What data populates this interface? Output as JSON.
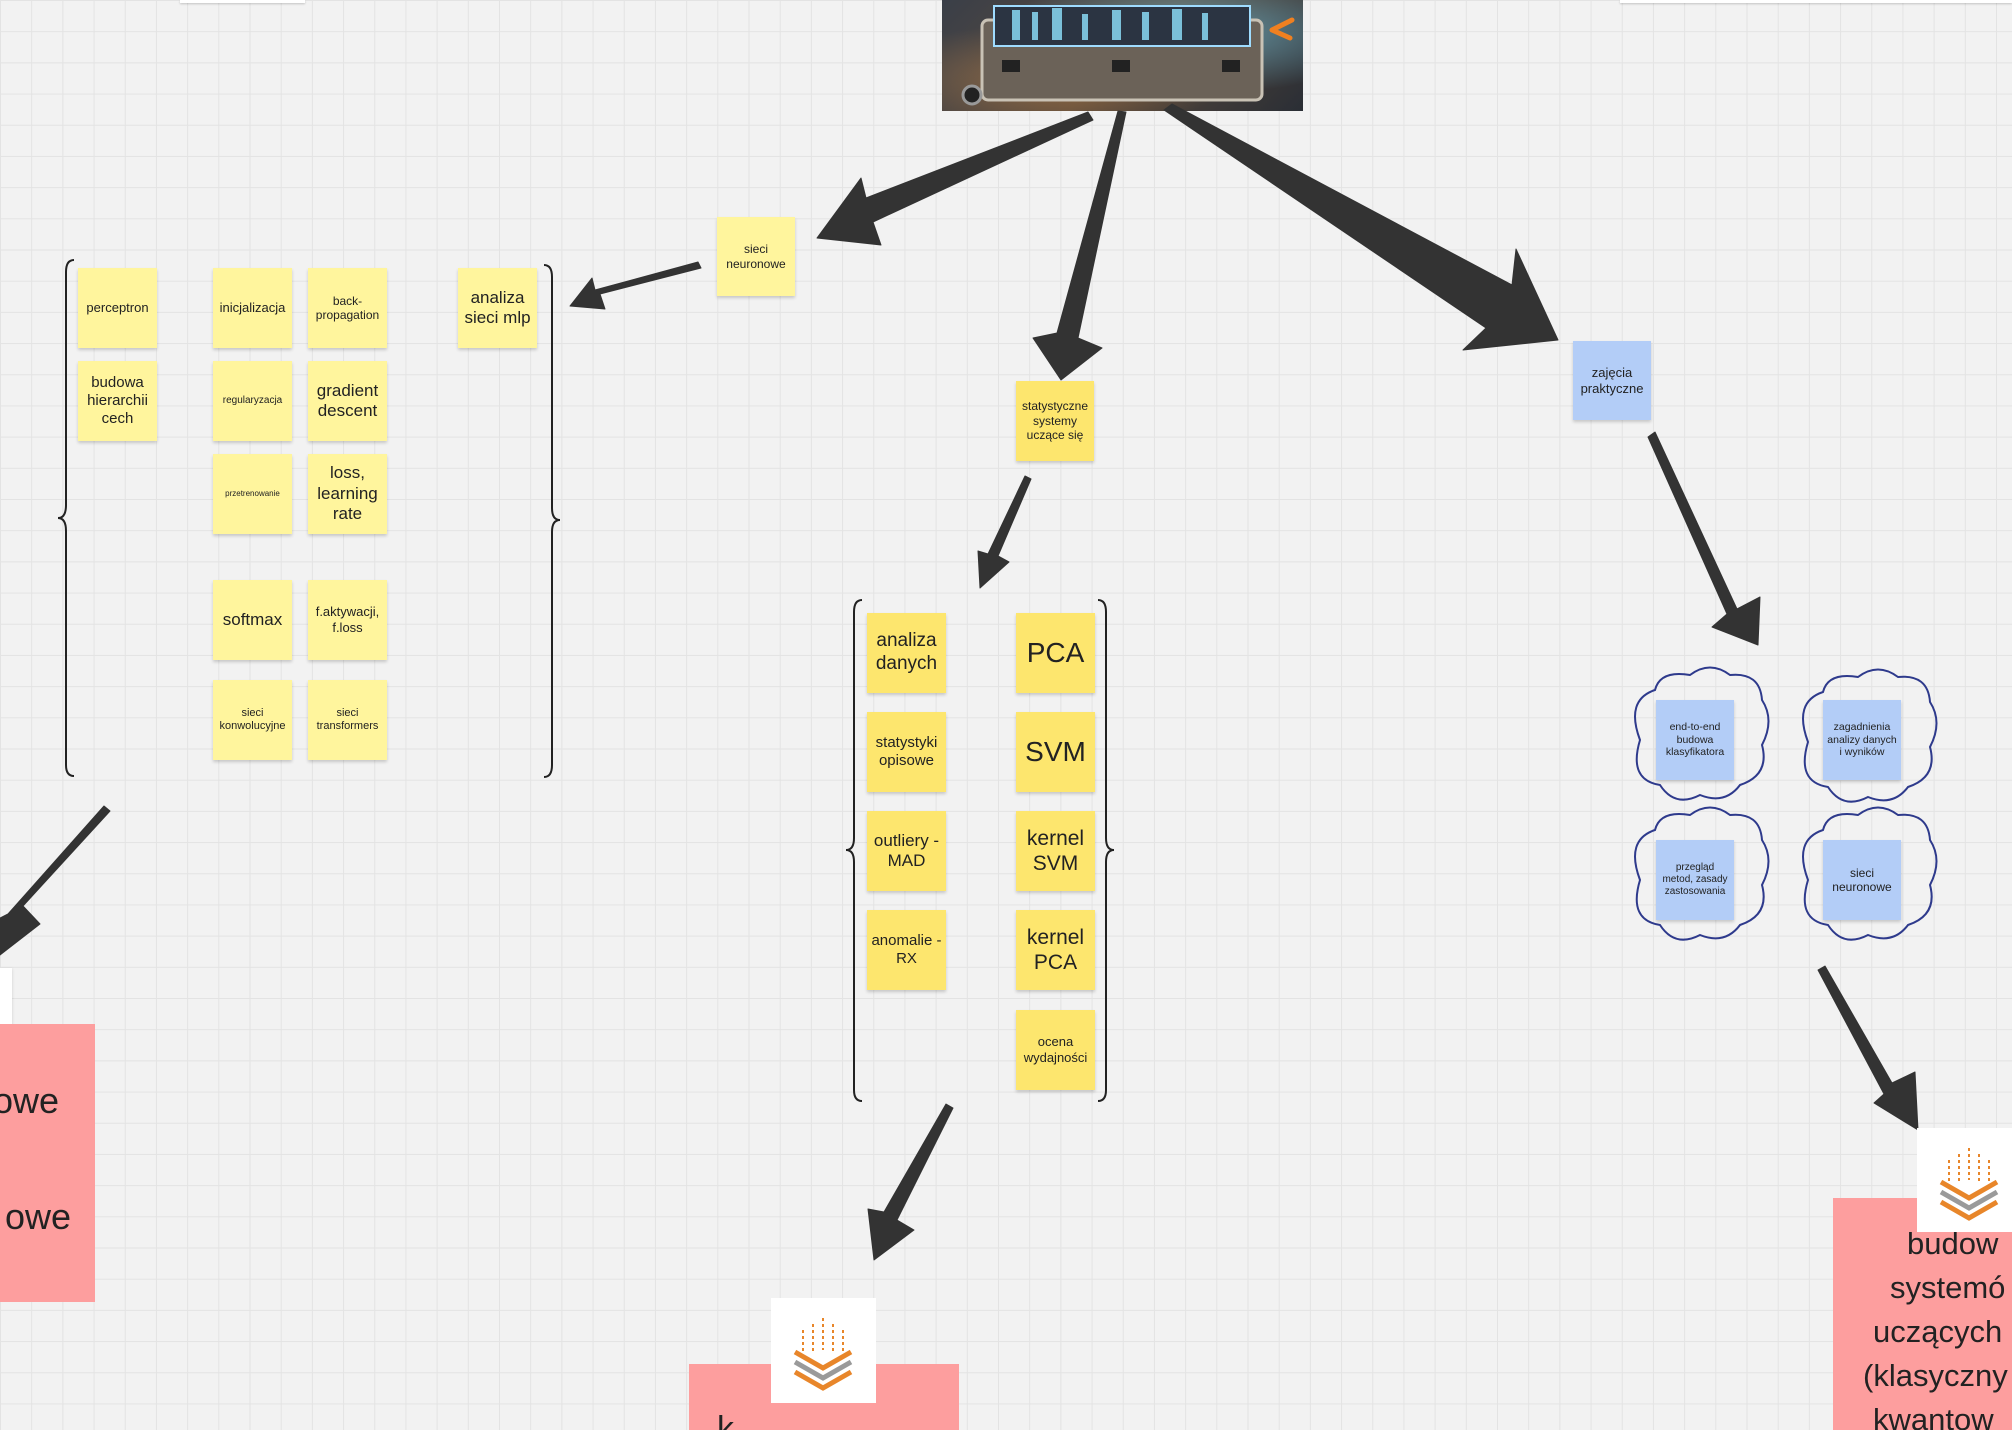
{
  "canvas": {
    "background": "#f2f2f2",
    "grid_color": "#e3e3e3"
  },
  "colors": {
    "light_yellow": "#fff59d",
    "yellow": "#fde66e",
    "blue": "#b3cdf7",
    "pink": "#fd9e9e",
    "arrow": "#333333",
    "cloud_outline": "#2e3a8c"
  },
  "icons": {
    "hero_image": "toolbox-photo",
    "logo": "layered-chevron-logo"
  },
  "notes": {
    "sieci_neuronowe_top": "sieci neuronowe",
    "analiza_mlp": "analiza sieci mlp",
    "perceptron": "perceptron",
    "budowa_hierarchii": "budowa hierarchii cech",
    "inicjalizacja": "inicjalizacja",
    "backprop": "back-propagation",
    "regularyzacja": "regularyzacja",
    "gradient_descent": "gradient descent",
    "przetrenowanie": "przetrenowanie",
    "loss_lr": "loss, learning rate",
    "softmax": "softmax",
    "f_aktywacji": "f.aktywacji, f.loss",
    "konwolucyjne": "sieci konwolucyjne",
    "transformers": "sieci transformers",
    "statystyczne": "statystyczne systemy uczące się",
    "analiza_danych": "analiza danych",
    "pca": "PCA",
    "statystyki": "statystyki opisowe",
    "svm": "SVM",
    "outliery": "outliery - MAD",
    "kernel_svm": "kernel SVM",
    "anomalie": "anomalie - RX",
    "kernel_pca": "kernel PCA",
    "ocena": "ocena wydajności",
    "zajecia": "zajęcia praktyczne",
    "end_to_end": "end-to-end budowa klasyfikatora",
    "zagadnienia": "zagadnienia analizy danych i wyników",
    "przeglad": "przegląd metod, zasady zastosowania",
    "sieci_neuronowe_cloud": "sieci neuronowe"
  },
  "cards": {
    "left_line1": "owe",
    "left_line2": "owe",
    "center_partial": "k",
    "right_lines": [
      "budow",
      "systemó",
      "uczących",
      "(klasyczny",
      "kwantow"
    ]
  }
}
